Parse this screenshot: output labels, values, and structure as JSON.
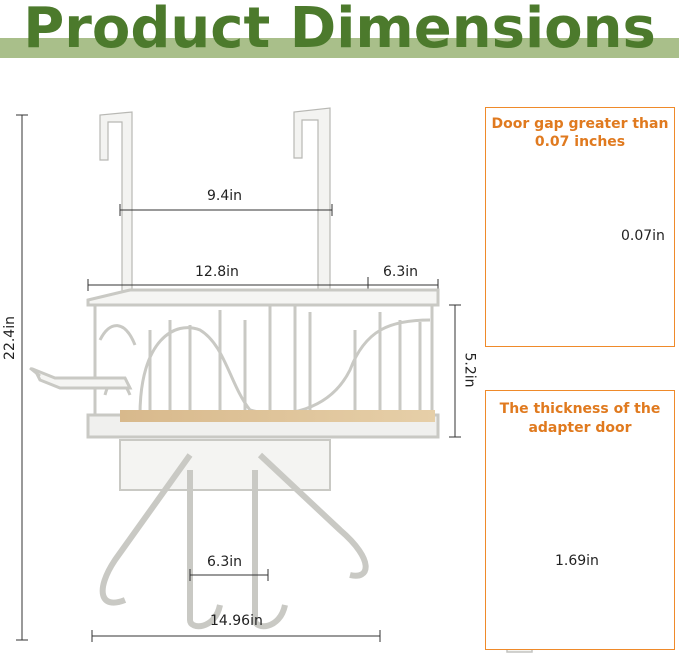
{
  "header": {
    "title": "Product Dimensions"
  },
  "dimensions": {
    "height": "22.4in",
    "hook_spacing": "9.4in",
    "basket_length": "12.8in",
    "basket_depth": "6.3in",
    "basket_height": "5.2in",
    "inner_hooks": "6.3in",
    "base_width": "14.96in"
  },
  "panel_top": {
    "title_line1": "Door gap greater than",
    "title_line2": "0.07 inches",
    "value": "0.07in"
  },
  "panel_bottom": {
    "title_line1": "The thickness of the",
    "title_line2": "adapter door",
    "value": "1.69in"
  },
  "colors": {
    "title": "#4c7a2c",
    "banner": "#a9bf8a",
    "accent": "#ef8a2a"
  }
}
